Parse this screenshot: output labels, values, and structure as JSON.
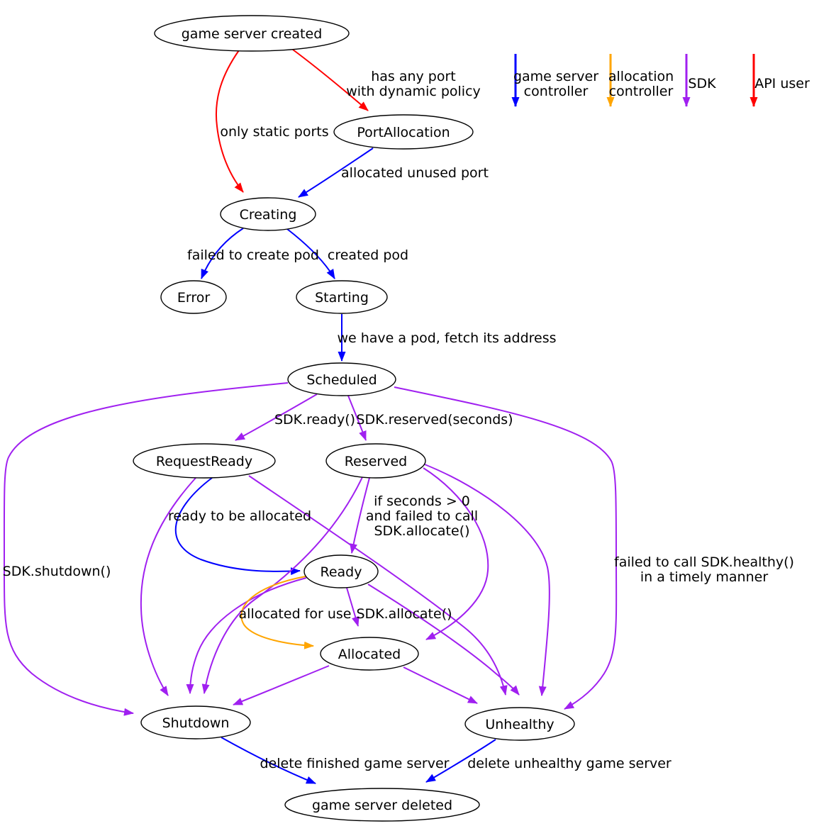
{
  "colors": {
    "game_server_controller": "#0000ff",
    "allocation_controller": "#ffa500",
    "sdk": "#a020f0",
    "api_user": "#ff0000",
    "node_outline": "#000000",
    "text": "#000000"
  },
  "nodes": {
    "created": {
      "label": "game server created"
    },
    "port_allocation": {
      "label": "PortAllocation"
    },
    "creating": {
      "label": "Creating"
    },
    "error": {
      "label": "Error"
    },
    "starting": {
      "label": "Starting"
    },
    "scheduled": {
      "label": "Scheduled"
    },
    "request_ready": {
      "label": "RequestReady"
    },
    "reserved": {
      "label": "Reserved"
    },
    "ready": {
      "label": "Ready"
    },
    "allocated": {
      "label": "Allocated"
    },
    "shutdown": {
      "label": "Shutdown"
    },
    "unhealthy": {
      "label": "Unhealthy"
    },
    "deleted": {
      "label": "game server deleted"
    }
  },
  "edges": {
    "created_to_port_allocation": {
      "from": "game server created",
      "to": "PortAllocation",
      "actor": "API user",
      "label_lines": [
        "has any port",
        "with dynamic policy"
      ]
    },
    "created_to_creating": {
      "from": "game server created",
      "to": "Creating",
      "actor": "API user",
      "label": "only static ports"
    },
    "port_allocation_to_creating": {
      "from": "PortAllocation",
      "to": "Creating",
      "actor": "game server controller",
      "label": "allocated unused port"
    },
    "creating_to_error": {
      "from": "Creating",
      "to": "Error",
      "actor": "game server controller",
      "label": "failed to create pod"
    },
    "creating_to_starting": {
      "from": "Creating",
      "to": "Starting",
      "actor": "game server controller",
      "label": "created pod"
    },
    "starting_to_scheduled": {
      "from": "Starting",
      "to": "Scheduled",
      "actor": "game server controller",
      "label": "we have a pod, fetch its address"
    },
    "scheduled_to_request_ready": {
      "from": "Scheduled",
      "to": "RequestReady",
      "actor": "SDK",
      "label": "SDK.ready()"
    },
    "scheduled_to_reserved": {
      "from": "Scheduled",
      "to": "Reserved",
      "actor": "SDK",
      "label": "SDK.reserved(seconds)"
    },
    "request_ready_to_ready": {
      "from": "RequestReady",
      "to": "Ready",
      "actor": "game server controller",
      "label": "ready to be allocated"
    },
    "reserved_to_ready": {
      "from": "Reserved",
      "to": "Ready",
      "actor": "SDK",
      "label_lines": [
        "if seconds > 0",
        "and failed to call",
        "SDK.allocate()"
      ]
    },
    "ready_to_allocated_allocation": {
      "from": "Ready",
      "to": "Allocated",
      "actor": "allocation controller",
      "label": "allocated for use"
    },
    "ready_to_allocated_sdk": {
      "from": "Ready",
      "to": "Allocated",
      "actor": "SDK",
      "label": "SDK.allocate()"
    },
    "reserved_to_allocated": {
      "from": "Reserved",
      "to": "Allocated",
      "actor": "SDK"
    },
    "scheduled_to_shutdown": {
      "from": "Scheduled",
      "to": "Shutdown",
      "actor": "SDK",
      "label": "SDK.shutdown()"
    },
    "request_ready_to_shutdown": {
      "from": "RequestReady",
      "to": "Shutdown",
      "actor": "SDK"
    },
    "ready_to_shutdown": {
      "from": "Ready",
      "to": "Shutdown",
      "actor": "SDK"
    },
    "reserved_to_shutdown": {
      "from": "Reserved",
      "to": "Shutdown",
      "actor": "SDK"
    },
    "allocated_to_shutdown": {
      "from": "Allocated",
      "to": "Shutdown",
      "actor": "SDK"
    },
    "scheduled_to_unhealthy": {
      "from": "Scheduled",
      "to": "Unhealthy",
      "actor": "SDK",
      "label_lines": [
        "failed to call SDK.healthy()",
        "in a timely manner"
      ]
    },
    "request_ready_to_unhealthy": {
      "from": "RequestReady",
      "to": "Unhealthy",
      "actor": "SDK"
    },
    "ready_to_unhealthy": {
      "from": "Ready",
      "to": "Unhealthy",
      "actor": "SDK"
    },
    "reserved_to_unhealthy": {
      "from": "Reserved",
      "to": "Unhealthy",
      "actor": "SDK"
    },
    "allocated_to_unhealthy": {
      "from": "Allocated",
      "to": "Unhealthy",
      "actor": "SDK"
    },
    "shutdown_to_deleted": {
      "from": "Shutdown",
      "to": "game server deleted",
      "actor": "game server controller",
      "label": "delete finished game server"
    },
    "unhealthy_to_deleted": {
      "from": "Unhealthy",
      "to": "game server deleted",
      "actor": "game server controller",
      "label": "delete unhealthy game server"
    }
  },
  "legend": {
    "game_server_controller": {
      "label_lines": [
        "game server",
        "controller"
      ]
    },
    "allocation_controller": {
      "label_lines": [
        "allocation",
        "controller"
      ]
    },
    "sdk": {
      "label": "SDK"
    },
    "api_user": {
      "label": "API user"
    }
  }
}
